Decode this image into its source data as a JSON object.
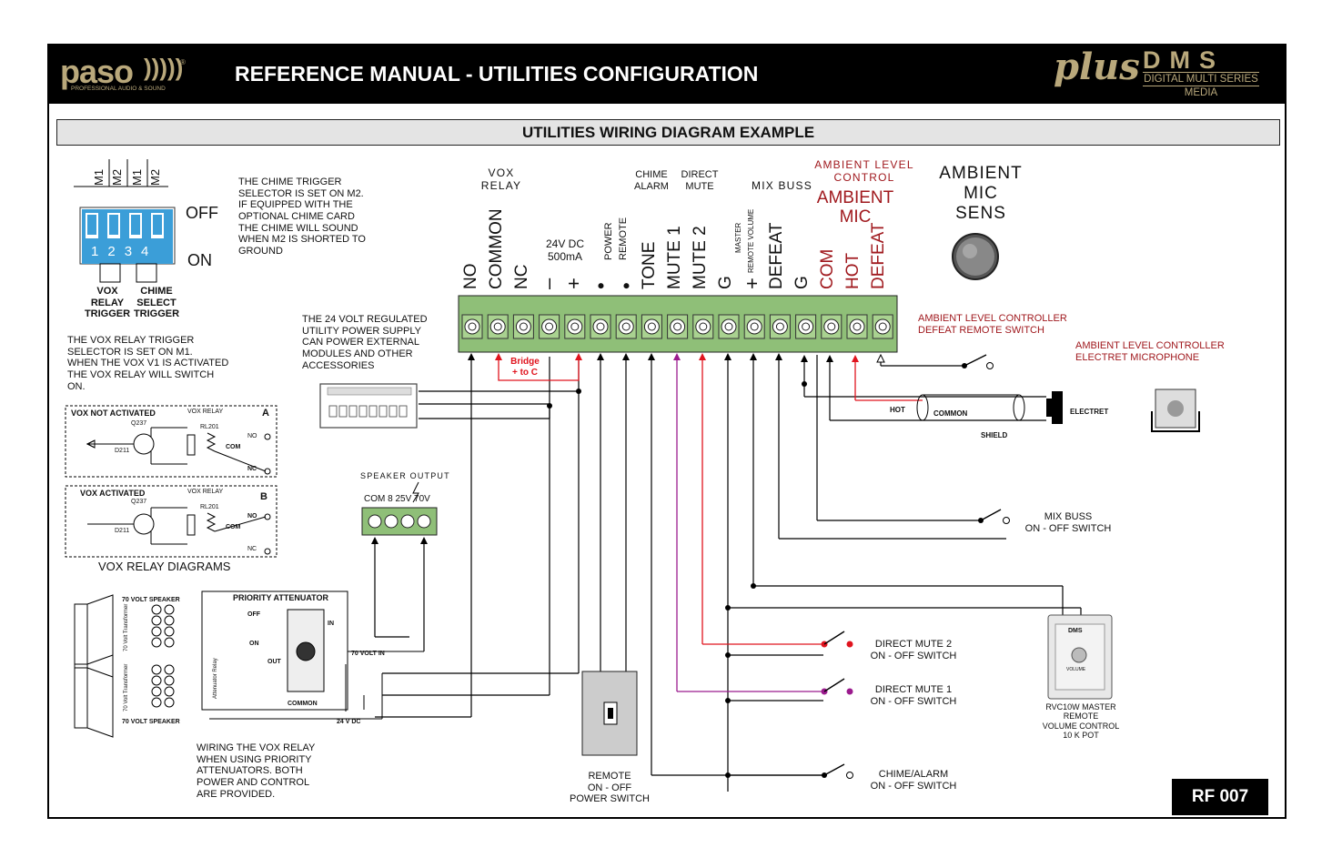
{
  "header": {
    "logo": "paso",
    "logo_sub": "PROFESSIONAL AUDIO & SOUND",
    "logo_mark": "®",
    "title": "REFERENCE MANUAL - UTILITIES CONFIGURATION",
    "plus": "plus",
    "brand": "DMS",
    "brand_line1": "DIGITAL MULTI SERIES",
    "brand_line2": "MEDIA"
  },
  "section_title": "UTILITIES WIRING DIAGRAM EXAMPLE",
  "dip": {
    "labels": [
      "M1",
      "M2",
      "M1",
      "M2"
    ],
    "off": "OFF",
    "on": "ON",
    "numbers": [
      "1",
      "2",
      "3",
      "4"
    ],
    "vox_trigger": [
      "VOX",
      "RELAY",
      "TRIGGER"
    ],
    "chime_trigger": [
      "CHIME",
      "SELECT",
      "TRIGGER"
    ]
  },
  "notes": {
    "chime": [
      "THE CHIME TRIGGER",
      "SELECTOR IS SET ON M2.",
      "IF EQUIPPED WITH THE",
      "OPTIONAL CHIME CARD",
      "THE CHIME WILL SOUND",
      "WHEN M2 IS SHORTED TO",
      "GROUND"
    ],
    "vox": [
      "THE VOX RELAY TRIGGER",
      "SELECTOR IS SET ON M1.",
      "WHEN THE VOX V1 IS ACTIVATED",
      "THE VOX RELAY WILL SWITCH",
      "ON."
    ],
    "psu": [
      "THE 24 VOLT REGULATED",
      "UTILITY POWER SUPPLY",
      "CAN POWER EXTERNAL",
      "MODULES AND OTHER",
      "ACCESSORIES"
    ],
    "attenuator": [
      "WIRING THE VOX RELAY",
      "WHEN USING PRIORITY",
      "ATTENUATORS. BOTH",
      "POWER AND CONTROL",
      "ARE PROVIDED."
    ]
  },
  "terminal_block": {
    "groups": {
      "vox_relay": [
        "VOX",
        "RELAY"
      ],
      "dc": [
        "24V DC",
        "500mA"
      ],
      "power_remote": [
        "POWER",
        "REMOTE"
      ],
      "chime_alarm": [
        "CHIME",
        "ALARM"
      ],
      "direct_mute": [
        "DIRECT",
        "MUTE"
      ],
      "mix_buss": "MIX BUSS",
      "ambient_level": [
        "AMBIENT  LEVEL",
        "CONTROL"
      ],
      "ambient_mic": [
        "AMBIENT",
        "MIC"
      ]
    },
    "terminals": [
      "NO",
      "COMMON",
      "NC",
      "–",
      "+",
      "•",
      "•",
      "TONE",
      "MUTE 1",
      "MUTE 2",
      "G",
      "+",
      "DEFEAT",
      "G",
      "COM",
      "HOT",
      "DEFEAT"
    ],
    "master_label": [
      "MASTER",
      "REMOTE VOLUME"
    ],
    "bridge": [
      "Bridge",
      "+ to C"
    ]
  },
  "ambient_sens": [
    "AMBIENT",
    "MIC",
    "SENS"
  ],
  "vox_diagrams": {
    "caption": "VOX RELAY DIAGRAMS",
    "a": {
      "title": "VOX NOT ACTIVATED",
      "letter": "A"
    },
    "b": {
      "title": "VOX ACTIVATED",
      "letter": "B"
    },
    "relay": "VOX RELAY",
    "q": "Q237",
    "rl": "RL201",
    "d": "D211",
    "no": "NO",
    "com": "COM",
    "nc": "NC"
  },
  "speaker_output": {
    "title": "SPEAKER OUTPUT",
    "labels": "COM  8   25V  70V"
  },
  "priority": {
    "title": "PRIORITY ATTENUATOR",
    "speaker_top": "70 VOLT SPEAKER",
    "speaker_bottom": "70 VOLT SPEAKER",
    "transformer": "70 Volt Transformer",
    "relay": "Attenuator Relay",
    "off": "OFF",
    "on": "ON",
    "in": "IN",
    "out": "OUT",
    "v70_in": "70 VOLT IN",
    "common": "COMMON",
    "dc24": "24 V DC"
  },
  "ambient_controller": {
    "defeat": [
      "AMBIENT LEVEL CONTROLLER",
      "DEFEAT REMOTE SWITCH"
    ],
    "mic": [
      "AMBIENT LEVEL CONTROLLER",
      "ELECTRET MICROPHONE"
    ],
    "hot": "HOT",
    "common": "COMMON",
    "shield": "SHIELD",
    "electret": "ELECTRET"
  },
  "switches": {
    "mix_buss": [
      "MIX BUSS",
      "ON - OFF SWITCH"
    ],
    "mute2": [
      "DIRECT MUTE 2",
      "ON - OFF SWITCH"
    ],
    "mute1": [
      "DIRECT MUTE 1",
      "ON - OFF SWITCH"
    ],
    "chime": [
      "CHIME/ALARM",
      "ON - OFF SWITCH"
    ],
    "remote_power": [
      "REMOTE",
      "ON - OFF",
      "POWER SWITCH"
    ]
  },
  "rvc": {
    "label": [
      "RVC10W MASTER",
      "REMOTE",
      "VOLUME CONTROL",
      "10 K POT"
    ],
    "brand": "DMS",
    "volume": "VOLUME"
  },
  "page_code": "RF 007",
  "colors": {
    "header_bg": "#000000",
    "brand_gold": "#b9a87b",
    "terminal_green": "#8fbf78",
    "accent_red": "#a0191e",
    "wire_red": "#e0141e",
    "wire_purple": "#9b1b8e"
  }
}
